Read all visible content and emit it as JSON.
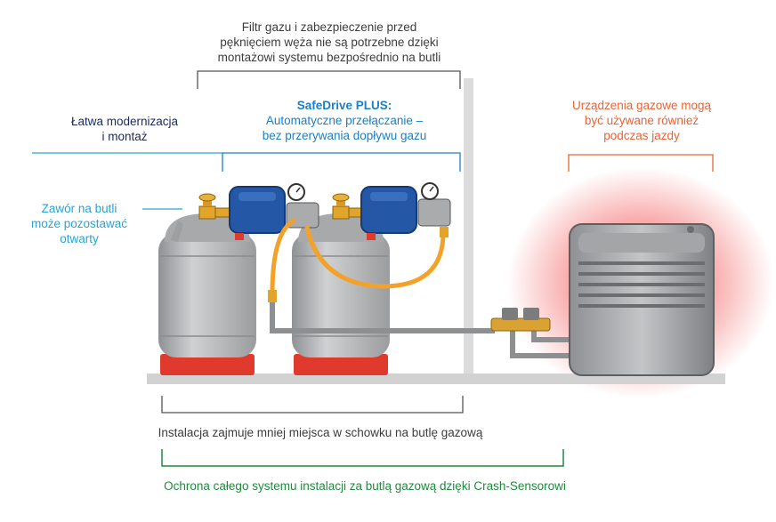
{
  "labels": {
    "filter": [
      "Filtr gazu i zabezpieczenie przed",
      "pęknięciem węża nie są potrzebne dzięki",
      "montażowi systemu bezpośrednio na butli"
    ],
    "modernization": [
      "Łatwa modernizacja",
      "i montaż"
    ],
    "safedrive_title": "SafeDrive PLUS:",
    "safedrive_text": [
      "Automatyczne przełączanie –",
      "bez przerywania dopływu gazu"
    ],
    "valve": [
      "Zawór na butli",
      "może pozostawać",
      "otwarty"
    ],
    "devices": [
      "Urządzenia gazowe mogą",
      "być używane również",
      "podczas jazdy"
    ],
    "space": "Instalacja zajmuje mniej miejsca w schowku na butlę gazową",
    "crash": "Ochrona całego systemu instalacji za butlą gazową dzięki Crash-Sensorowi"
  },
  "colors": {
    "dark_text": "#3c3c3c",
    "navy_text": "#1b2a5a",
    "blue_text": "#1d7fc4",
    "cyan_text": "#2aa3d2",
    "orange_text": "#e8643a",
    "green_text": "#1f8a3e",
    "cylinder": "#b9bbbd",
    "cylinder_base": "#e03a2f",
    "regulator_blue": "#2457a6",
    "hose": "#f2a22a",
    "valve_brass": "#e0a52a",
    "heater_glow": "#f24a4a"
  },
  "icons": [
    "gas-cylinder-icon",
    "regulator-icon",
    "pressure-gauge-icon",
    "brass-valve-icon",
    "gas-heater-icon"
  ]
}
